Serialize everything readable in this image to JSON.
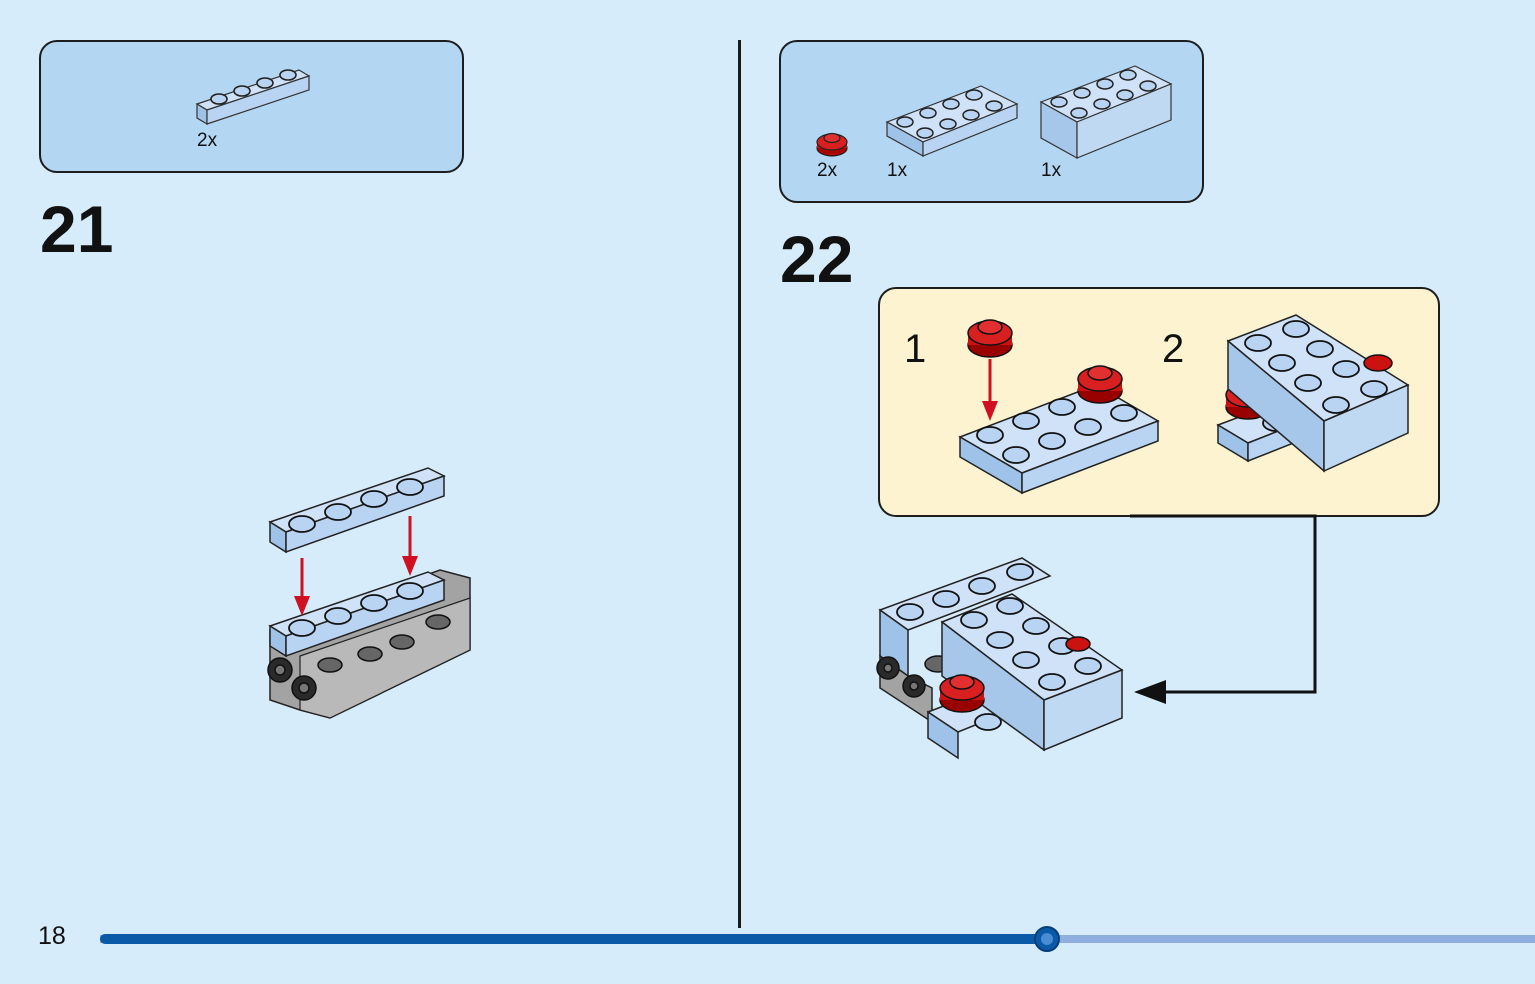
{
  "page": {
    "number": "18"
  },
  "progress": {
    "fraction": 0.66,
    "done_color": "#0b5aa8",
    "todo_color": "#8fb0de"
  },
  "colors": {
    "brick_blue": "#b3d3f3",
    "brick_red": "#cc1111",
    "brick_gray": "#a8a8a8",
    "arrow_red": "#d01020"
  },
  "steps": [
    {
      "number": "21",
      "parts": [
        {
          "quantity": "2x",
          "icon": "plate-1x4-light-blue-icon"
        }
      ]
    },
    {
      "number": "22",
      "parts": [
        {
          "quantity": "2x",
          "icon": "round-plate-red-icon"
        },
        {
          "quantity": "1x",
          "icon": "plate-2x4-light-blue-icon"
        },
        {
          "quantity": "1x",
          "icon": "brick-2x4-light-blue-icon"
        }
      ],
      "substeps": [
        {
          "number": "1"
        },
        {
          "number": "2"
        }
      ]
    }
  ]
}
